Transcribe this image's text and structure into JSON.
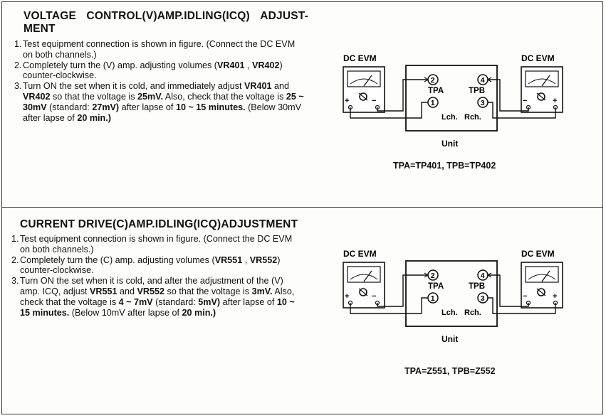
{
  "sections": [
    {
      "title_parts": [
        "VOLTAGE",
        "CONTROL(V)AMP.IDLING(ICQ)",
        "ADJUST-"
      ],
      "title_line2": "MENT",
      "steps": [
        {
          "num": "1.",
          "segments": [
            {
              "text": "Test equipment connection is shown in figure.  (Connect the DC EVM on both channels.)",
              "bold": false
            }
          ]
        },
        {
          "num": "2.",
          "segments": [
            {
              "text": "Completely turn the (V) amp. adjusting volumes (",
              "bold": false
            },
            {
              "text": "VR401",
              "bold": true
            },
            {
              "text": " , ",
              "bold": false
            },
            {
              "text": "VR402",
              "bold": true
            },
            {
              "text": ") counter-clockwise.",
              "bold": false
            }
          ]
        },
        {
          "num": "3.",
          "segments": [
            {
              "text": "Turn ON the set when it is cold, and immediately adjust ",
              "bold": false
            },
            {
              "text": "VR401",
              "bold": true
            },
            {
              "text": " and ",
              "bold": false
            },
            {
              "text": "VR402",
              "bold": true
            },
            {
              "text": " so that the voltage is ",
              "bold": false
            },
            {
              "text": "25mV.",
              "bold": true
            },
            {
              "text": " Also, check that the voltage is ",
              "bold": false
            },
            {
              "text": "25 ~ 30mV",
              "bold": true
            },
            {
              "text": " (standard: ",
              "bold": false
            },
            {
              "text": "27mV)",
              "bold": true
            },
            {
              "text": " after lapse of ",
              "bold": false
            },
            {
              "text": "10 ~ 15 minutes.",
              "bold": true
            },
            {
              "text": " (Below 30mV after lapse of ",
              "bold": false
            },
            {
              "text": "20 min.)",
              "bold": true
            }
          ]
        }
      ],
      "diagram": {
        "evm_left": "DC EVM",
        "evm_right": "DC EVM",
        "tpa": "TPA",
        "tpb": "TPB",
        "lch": "Lch.",
        "rch": "Rch.",
        "unit": "Unit",
        "term_2": "2",
        "term_1": "1",
        "term_4": "4",
        "term_3": "3",
        "plus": "+",
        "minus": "−"
      },
      "caption": "TPA=TP401, TPB=TP402"
    },
    {
      "title": "CURRENT DRIVE(C)AMP.IDLING(ICQ)ADJUSTMENT",
      "steps": [
        {
          "num": "1.",
          "segments": [
            {
              "text": "Test equipment connection is shown in figure.  (Connect the DC EVM on both channels.)",
              "bold": false
            }
          ]
        },
        {
          "num": "2.",
          "segments": [
            {
              "text": "Completely turn the (C) amp. adjusting volumes (",
              "bold": false
            },
            {
              "text": "VR551",
              "bold": true
            },
            {
              "text": " , ",
              "bold": false
            },
            {
              "text": "VR552",
              "bold": true
            },
            {
              "text": ") counter-clockwise.",
              "bold": false
            }
          ]
        },
        {
          "num": "3.",
          "segments": [
            {
              "text": "Turn ON the set when it is cold, and after the adjustment of the (V) amp. ICQ, adjust ",
              "bold": false
            },
            {
              "text": "VR551",
              "bold": true
            },
            {
              "text": " and ",
              "bold": false
            },
            {
              "text": "VR552",
              "bold": true
            },
            {
              "text": " so that the voltage is ",
              "bold": false
            },
            {
              "text": "3mV.",
              "bold": true
            },
            {
              "text": " Also, check that the voltage is ",
              "bold": false
            },
            {
              "text": "4 ~ 7mV",
              "bold": true
            },
            {
              "text": " (standard: ",
              "bold": false
            },
            {
              "text": "5mV)",
              "bold": true
            },
            {
              "text": " after lapse of ",
              "bold": false
            },
            {
              "text": "10 ~ 15 minutes.",
              "bold": true
            },
            {
              "text": " (Below 10mV after lapse of ",
              "bold": false
            },
            {
              "text": "20 min.)",
              "bold": true
            }
          ]
        }
      ],
      "diagram": {
        "evm_left": "DC EVM",
        "evm_right": "DC EVM",
        "tpa": "TPA",
        "tpb": "TPB",
        "lch": "Lch.",
        "rch": "Rch.",
        "unit": "Unit",
        "term_2": "2",
        "term_1": "1",
        "term_4": "4",
        "term_3": "3",
        "plus": "+",
        "minus": "−"
      },
      "caption": "TPA=Z551, TPB=Z552"
    }
  ]
}
